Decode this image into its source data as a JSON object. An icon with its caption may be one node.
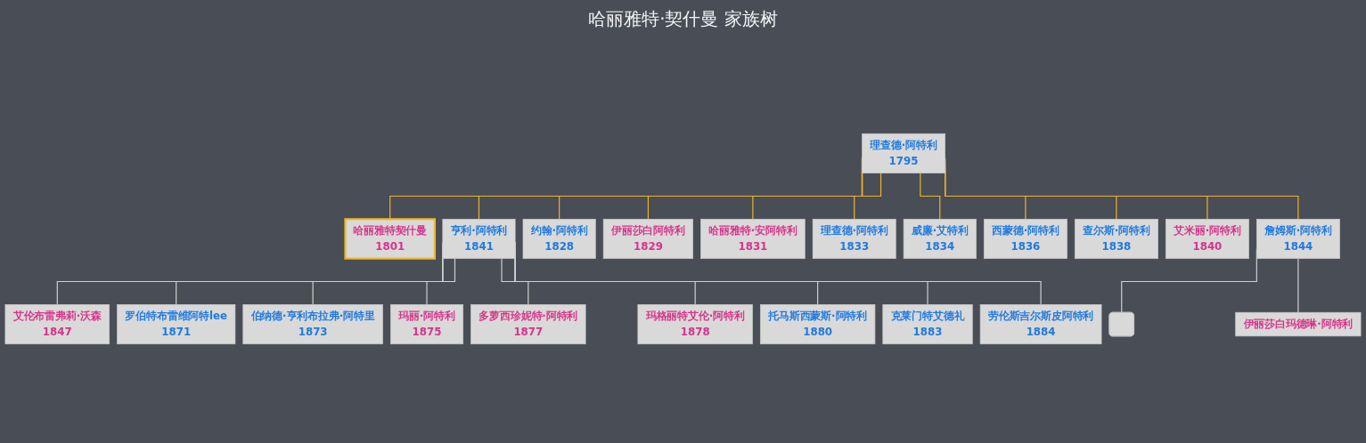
{
  "diagram": {
    "title": "哈丽雅特·契什曼 家族树",
    "nodes": [
      {
        "text": [
          "理查德·阿特利",
          "1795"
        ]
      },
      {
        "text": [
          "哈丽雅特契什曼",
          "1801"
        ]
      },
      {
        "text": [
          "约翰·阿特利",
          "1828"
        ]
      },
      {
        "text": [
          "伊丽莎白阿特利",
          "1829"
        ]
      },
      {
        "text": [
          "哈丽雅特·安阿特利",
          "1831"
        ]
      },
      {
        "text": [
          "理查德·阿特利",
          "1833"
        ]
      },
      {
        "text": [
          "威廉·艾特利",
          "1834"
        ]
      },
      {
        "text": [
          "西蒙德·阿特利",
          "1836"
        ]
      },
      {
        "text": [
          "查尔斯·阿特利",
          "1838"
        ]
      },
      {
        "text": [
          "艾米丽·阿特利",
          "1840"
        ]
      },
      {
        "text": [
          "亨利·阿特利",
          "1841"
        ]
      },
      {
        "text": [
          "艾伦布雷弗莉·沃森",
          "1847"
        ]
      },
      {
        "text": [
          "詹姆斯·阿特利",
          "1844"
        ]
      },
      {
        "text": [],
        "shape": "person"
      },
      {
        "text": [
          "罗伯特布雷维阿特lee",
          "1871"
        ]
      },
      {
        "text": [
          "伯纳德·亨利布拉弗·阿特里",
          "1873"
        ]
      },
      {
        "text": [
          "玛丽·阿特利",
          "1875"
        ]
      },
      {
        "text": [
          "多萝西珍妮特·阿特利",
          "1877"
        ]
      },
      {
        "text": [
          "玛格丽特艾伦·阿特利",
          "1878"
        ]
      },
      {
        "text": [
          "托马斯西蒙斯·阿特利",
          "1880"
        ]
      },
      {
        "text": [
          "克莱门特艾德礼",
          "1883"
        ]
      },
      {
        "text": [
          "劳伦斯吉尔斯皮阿特利",
          "1884"
        ]
      },
      {
        "text": [
          "伊丽莎白玛德琳·阿特利"
        ]
      }
    ],
    "edges": [
      {
        "from": 0,
        "to": 1,
        "arrow": "none"
      },
      {
        "from": 0,
        "to": 2,
        "arrow": "none"
      },
      {
        "from": 0,
        "to": 3,
        "arrow": "none"
      },
      {
        "from": 0,
        "to": 4,
        "arrow": "none"
      },
      {
        "from": 0,
        "to": 5,
        "arrow": "none"
      },
      {
        "from": 0,
        "to": 6,
        "arrow": "none"
      },
      {
        "from": 0,
        "to": 7,
        "arrow": "none"
      },
      {
        "from": 0,
        "to": 8,
        "arrow": "none"
      },
      {
        "from": 0,
        "to": 9,
        "arrow": "none"
      },
      {
        "from": 0,
        "to": 10,
        "arrow": "none"
      },
      {
        "from": 0,
        "to": 12,
        "arrow": "none"
      },
      {
        "from": 10,
        "to": 11,
        "arrow": "none",
        "color": "#d0d0d0"
      },
      {
        "from": 10,
        "to": 14,
        "arrow": "none",
        "color": "#d0d0d0"
      },
      {
        "from": 10,
        "to": 15,
        "arrow": "none",
        "color": "#d0d0d0"
      },
      {
        "from": 10,
        "to": 16,
        "arrow": "none",
        "color": "#d0d0d0"
      },
      {
        "from": 10,
        "to": 17,
        "arrow": "none",
        "color": "#d0d0d0"
      },
      {
        "from": 10,
        "to": 18,
        "arrow": "none",
        "color": "#d0d0d0"
      },
      {
        "from": 10,
        "to": 19,
        "arrow": "none",
        "color": "#d0d0d0"
      },
      {
        "from": 10,
        "to": 20,
        "arrow": "none",
        "color": "#d0d0d0"
      },
      {
        "from": 10,
        "to": 21,
        "arrow": "none",
        "color": "#d0d0d0"
      },
      {
        "from": 12,
        "to": 13,
        "arrow": "none",
        "color": "#d0d0d0"
      },
      {
        "from": 12,
        "to": 22,
        "arrow": "none",
        "color": "#d0d0d0"
      }
    ]
  }
}
